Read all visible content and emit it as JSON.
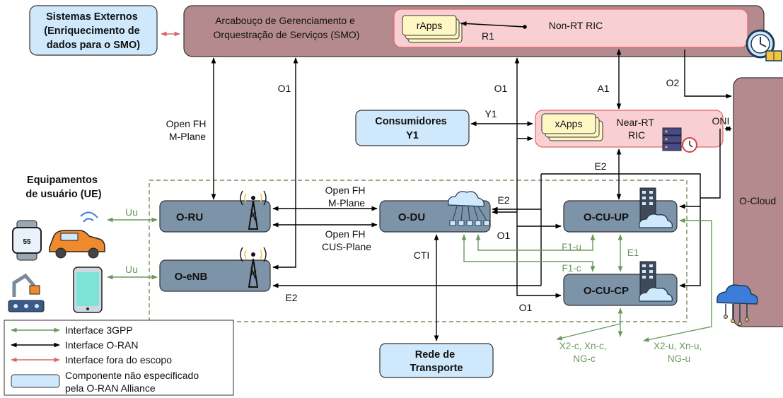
{
  "nodes": {
    "external": [
      "Sistemas Externos",
      "(Enriquecimento de",
      "dados para o SMO)"
    ],
    "smo": [
      "Arcabouço de Gerenciamento e",
      "Orquestração de Serviços (SMO)"
    ],
    "rapps": "rApps",
    "r1": "R1",
    "nonrt": "Non-RT RIC",
    "consumers": [
      "Consumidores",
      "Y1"
    ],
    "xapps": "xApps",
    "nearrt": [
      "Near-RT",
      "RIC"
    ],
    "ue_title": [
      "Equipamentos",
      "de usuário (UE)"
    ],
    "oru": "O-RU",
    "odu": "O-DU",
    "oenb": "O-eNB",
    "oucup": "O-CU-UP",
    "oucp": "O-CU-CP",
    "transport": [
      "Rede de",
      "Transporte"
    ],
    "ocloud": "O-Cloud"
  },
  "interfaces": {
    "openfh_m_left": [
      "Open FH",
      "M-Plane"
    ],
    "o1_a": "O1",
    "o1_b": "O1",
    "a1": "A1",
    "o2": "O2",
    "y1": "Y1",
    "oni": "ONI",
    "e2_top": "E2",
    "openfh_m_mid": [
      "Open FH",
      "M-Plane"
    ],
    "openfh_cus": [
      "Open FH",
      "CUS-Plane"
    ],
    "e2_odu": "E2",
    "o1_odu": "O1",
    "uu_1": "Uu",
    "uu_2": "Uu",
    "cti": "CTI",
    "f1u": "F1-u",
    "f1c": "F1-c",
    "e1": "E1",
    "e2_bottom": "E2",
    "o1_bottom": "O1",
    "x2c": [
      "X2-c, Xn-c,",
      "NG-c"
    ],
    "x2u": [
      "X2-u, Xn-u,",
      "NG-u"
    ]
  },
  "legend": {
    "gpp": "Interface 3GPP",
    "oran": "Interface O-RAN",
    "out": "Interface fora do escopo",
    "unspec": [
      "Componente não especificado",
      "pela O-RAN Alliance"
    ]
  },
  "colors": {
    "smo_fill": "#b58a8f",
    "ric_fill": "#f8cfd3",
    "ric_border": "#e06666",
    "cyan_fill": "#cfe8fb",
    "node_fill": "#7d93a8",
    "note_fill": "#fff8c4",
    "green": "#6a9a5b",
    "red": "#d46a6a"
  },
  "icons": [
    "clock-book-icon",
    "server-timer-icon",
    "tower-icon",
    "cloud-network-icon",
    "building-cloud-icon",
    "smartwatch-icon",
    "car-icon",
    "robot-arm-icon",
    "smartphone-icon"
  ]
}
